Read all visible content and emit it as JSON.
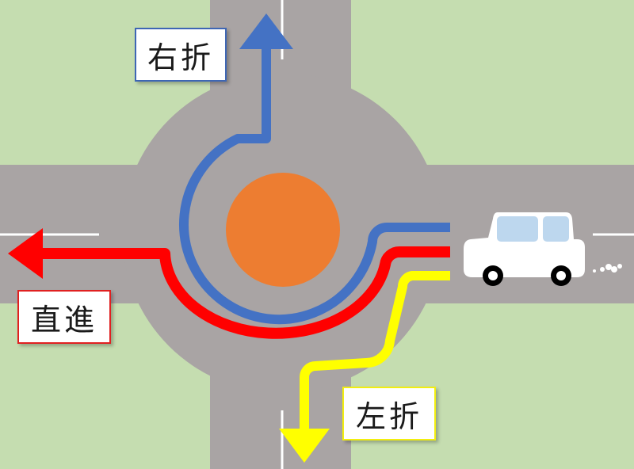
{
  "labels": {
    "right_turn": "右折",
    "straight": "直進",
    "left_turn": "左折"
  },
  "colors": {
    "grass": "#c5ddb0",
    "road": "#a9a4a4",
    "center_island": "#ed7d31",
    "right_turn_path": "#4472c4",
    "straight_path": "#ff0000",
    "left_turn_path": "#ffff00",
    "car_body": "#ffffff",
    "car_window": "#bdd7ee"
  },
  "icons": {
    "vehicle": "car-icon"
  }
}
